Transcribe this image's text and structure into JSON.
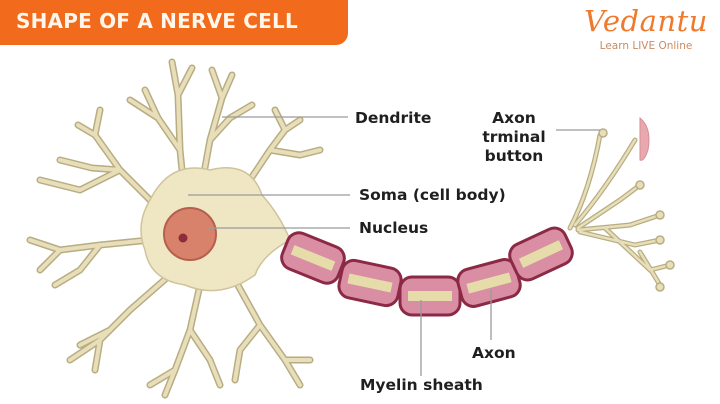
{
  "header": {
    "title": "SHAPE OF A NERVE CELL"
  },
  "logo": {
    "name": "Vedantu",
    "tagline": "Learn LIVE Online"
  },
  "labels": {
    "dendrite": "Dendrite",
    "axon_terminal_line1": "Axon",
    "axon_terminal_line2": "trminal",
    "axon_terminal_line3": "button",
    "soma": "Soma (cell body)",
    "nucleus": "Nucleus",
    "axon": "Axon",
    "myelin_sheath": "Myelin sheath"
  },
  "colors": {
    "title_bar": "#f26a1b",
    "cell_body": "#efe6c4",
    "dendrite_outline": "#b8ad82",
    "nucleus": "#d9826b",
    "myelin_fill": "#d98ea4",
    "myelin_outline": "#8c2a45",
    "axon_core": "#e6dcaa",
    "leader_line": "#9a9a9a"
  }
}
